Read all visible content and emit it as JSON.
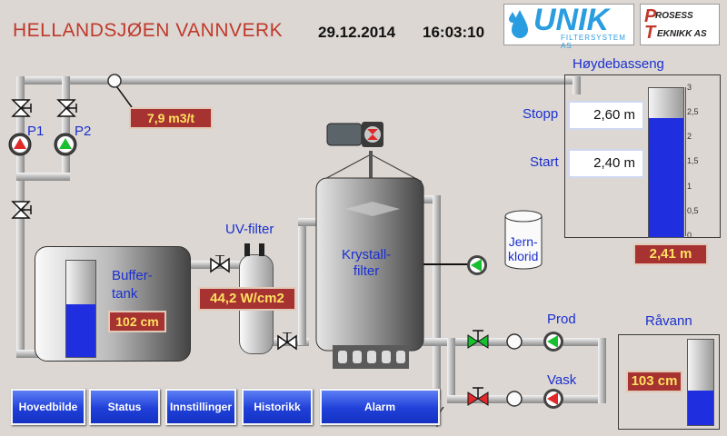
{
  "header": {
    "title": "HELLANDSJØEN VANNVERK",
    "date": "29.12.2014",
    "time": "16:03:10",
    "logo_unik": {
      "main": "UNIK",
      "sub": "FILTERSYSTEM AS"
    },
    "logo_prosess": {
      "line1": "ROSESS",
      "line2": "EKNIKK AS",
      "p": "P",
      "t": "T"
    }
  },
  "pumps": {
    "p1": "P1",
    "p2": "P2"
  },
  "flow": {
    "value": "7,9 m3/t"
  },
  "hoydebasseng": {
    "label": "Høydebasseng",
    "stopp_label": "Stopp",
    "stopp_value": "2,60 m",
    "start_label": "Start",
    "start_value": "2,40 m",
    "level_value": "2,41 m",
    "level_fraction": 0.8,
    "scale": [
      "3",
      "2,5",
      "2",
      "1,5",
      "1",
      "0,5",
      "0"
    ]
  },
  "uv_filter": {
    "label": "UV-filter",
    "value": "44,2 W/cm2"
  },
  "buffer_tank": {
    "label": "Buffer-\ntank",
    "value": "102 cm",
    "level_fraction": 0.55
  },
  "krystall_filter": {
    "label": "Krystall-\nfilter"
  },
  "jernklorid": {
    "label": "Jern-\nklorid"
  },
  "prod": {
    "label": "Prod"
  },
  "vask": {
    "label": "Vask"
  },
  "ravann": {
    "label": "Råvann",
    "value": "103 cm",
    "level_fraction": 0.4
  },
  "colors": {
    "accent_red": "#c0392b",
    "value_box": "#a63232",
    "level_blue": "#1f2fe0",
    "label_blue": "#1a2fd0"
  },
  "buttons": [
    "Hovedbilde",
    "Status",
    "Innstillinger",
    "Historikk",
    "Alarm"
  ]
}
